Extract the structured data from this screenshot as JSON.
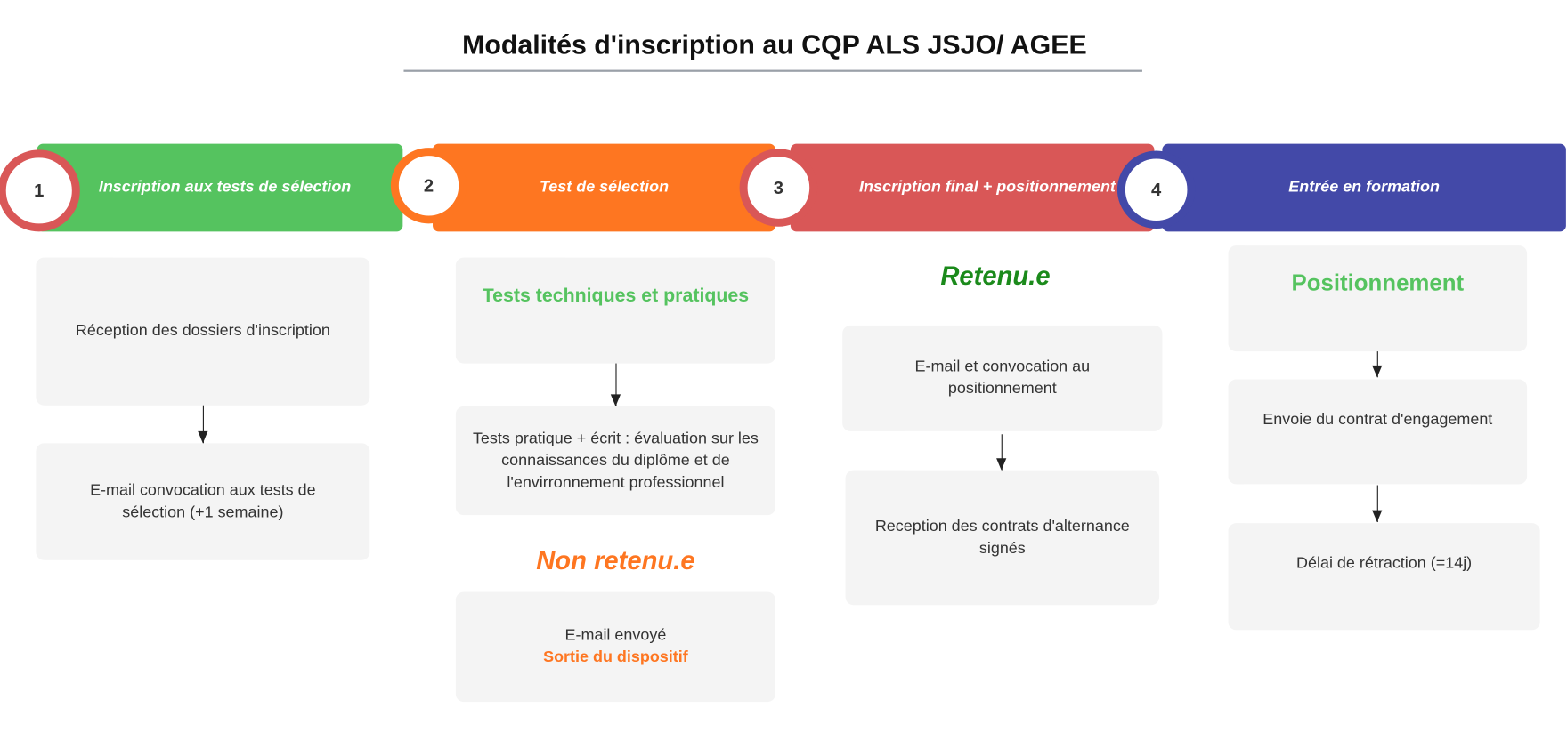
{
  "title": "Modalités d'inscription au CQP ALS JSJO/ AGEE",
  "colors": {
    "green": "#55c35f",
    "orange": "#fe7621",
    "red": "#d95757",
    "blue": "#4349a8",
    "dark_green": "#1b8a1b"
  },
  "steps": [
    {
      "number": "1",
      "label": "Inscription aux tests de sélection"
    },
    {
      "number": "2",
      "label": "Test de sélection"
    },
    {
      "number": "3",
      "label": "Inscription final + positionnement"
    },
    {
      "number": "4",
      "label": "Entrée en formation"
    }
  ],
  "col1": {
    "box1": "Réception des dossiers d'inscription",
    "box2": "E-mail convocation aux tests de sélection (+1 semaine)"
  },
  "col2": {
    "box1": "Tests techniques et pratiques",
    "box2": "Tests pratique + écrit : évaluation sur les connaissances du diplôme et de l'envirronnement professionnel",
    "non_retenu": "Non retenu.e",
    "box3_line1": "E-mail envoyé",
    "box3_line2": "Sortie du dispositif"
  },
  "col3": {
    "retenu": "Retenu.e",
    "box1": "E-mail et convocation au positionnement",
    "box2": "Reception des contrats d'alternance signés"
  },
  "col4": {
    "box1": "Positionnement",
    "box2": "Envoie du contrat d'engagement",
    "box3": "Délai de rétraction (=14j)"
  }
}
